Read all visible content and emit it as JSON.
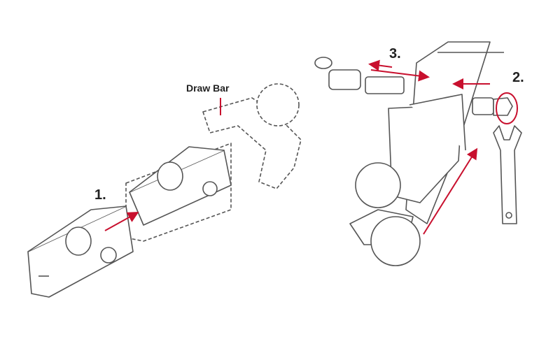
{
  "labels": {
    "draw_bar": "Draw Bar",
    "step1": "1.",
    "step2": "2.",
    "step3": "3."
  },
  "colors": {
    "line": "#555555",
    "arrow": "#c8102e",
    "fill": "#ffffff"
  }
}
